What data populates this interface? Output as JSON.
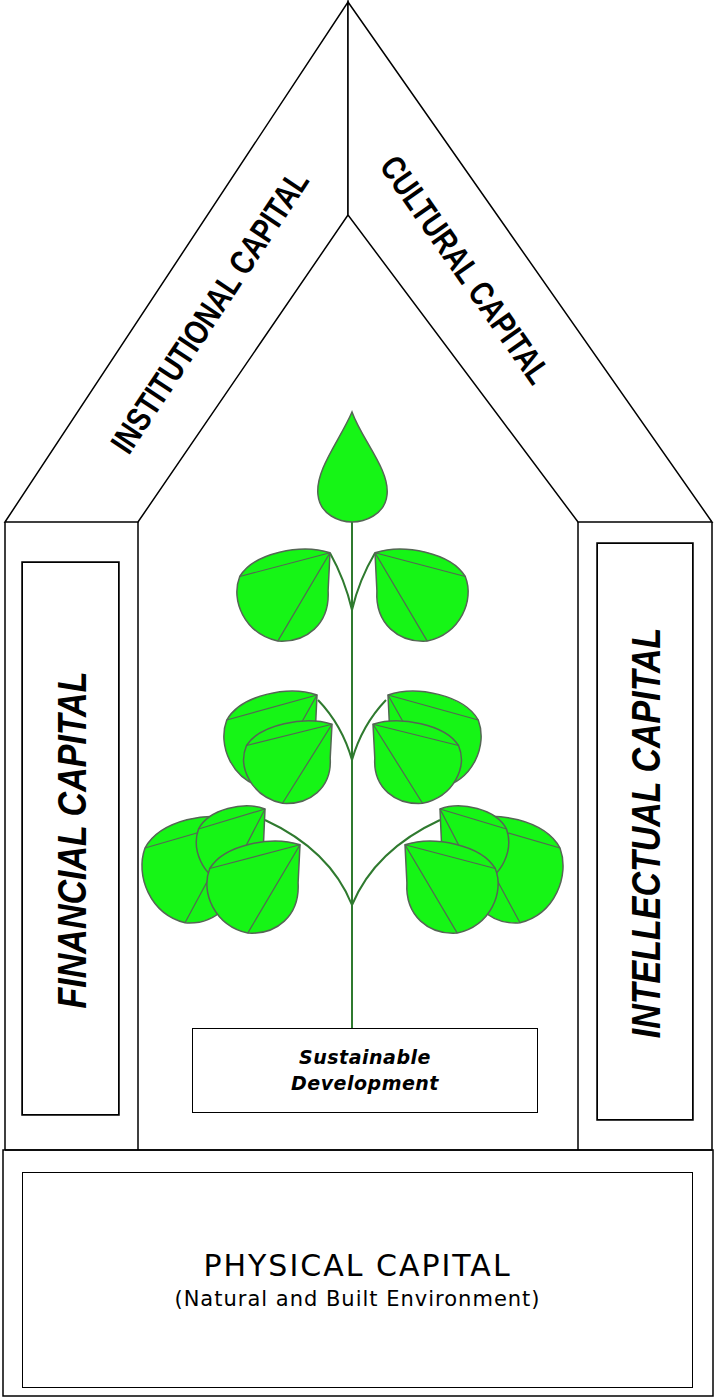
{
  "diagram": {
    "nodes": [
      {
        "text": [
          "INSTITUTIONAL CAPITAL"
        ]
      },
      {
        "text": [
          "CULTURAL CAPITAL"
        ]
      },
      {
        "text": [
          "FINANCIAL CAPITAL"
        ]
      },
      {
        "text": [
          "INTELLECTUAL CAPITAL"
        ]
      },
      {
        "text": [
          "Sustainable Development"
        ]
      },
      {
        "text": [
          "PHYSICAL CAPITAL",
          "(Natural and Built Environment)"
        ]
      }
    ]
  }
}
